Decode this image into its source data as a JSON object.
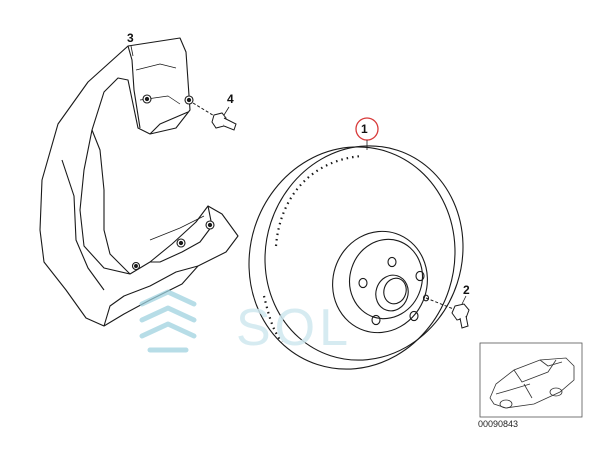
{
  "callouts": {
    "brake_disc": "1",
    "hex_bolt_disc": "2",
    "protection_plate": "3",
    "hex_bolt_plate": "4"
  },
  "diagram_number": "00090843",
  "watermark_text": "SOL",
  "colors": {
    "line": "#1a1a1a",
    "callout_circle": "#d83a3a",
    "watermark": "#9fd2e0"
  },
  "icons": {
    "watermark_logo": "stacked-chevron-logo-icon",
    "vehicle_thumbnail": "car-silhouette-icon"
  }
}
